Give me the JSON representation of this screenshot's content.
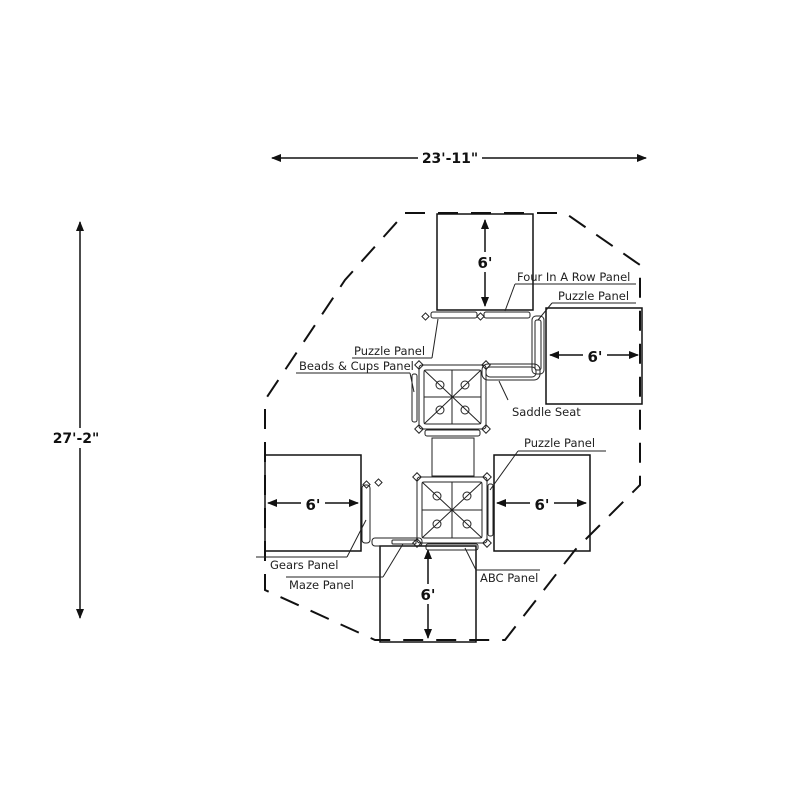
{
  "dimensions": {
    "width": "23'-11\"",
    "height": "27'-2\""
  },
  "zone_label": "6'",
  "labels": {
    "four_in_a_row": "Four In A Row Panel",
    "puzzle_top_right": "Puzzle Panel",
    "puzzle_left": "Puzzle Panel",
    "beads_cups": "Beads & Cups Panel",
    "saddle_seat": "Saddle Seat",
    "puzzle_right": "Puzzle Panel",
    "gears": "Gears Panel",
    "maze": "Maze Panel",
    "abc": "ABC Panel"
  }
}
